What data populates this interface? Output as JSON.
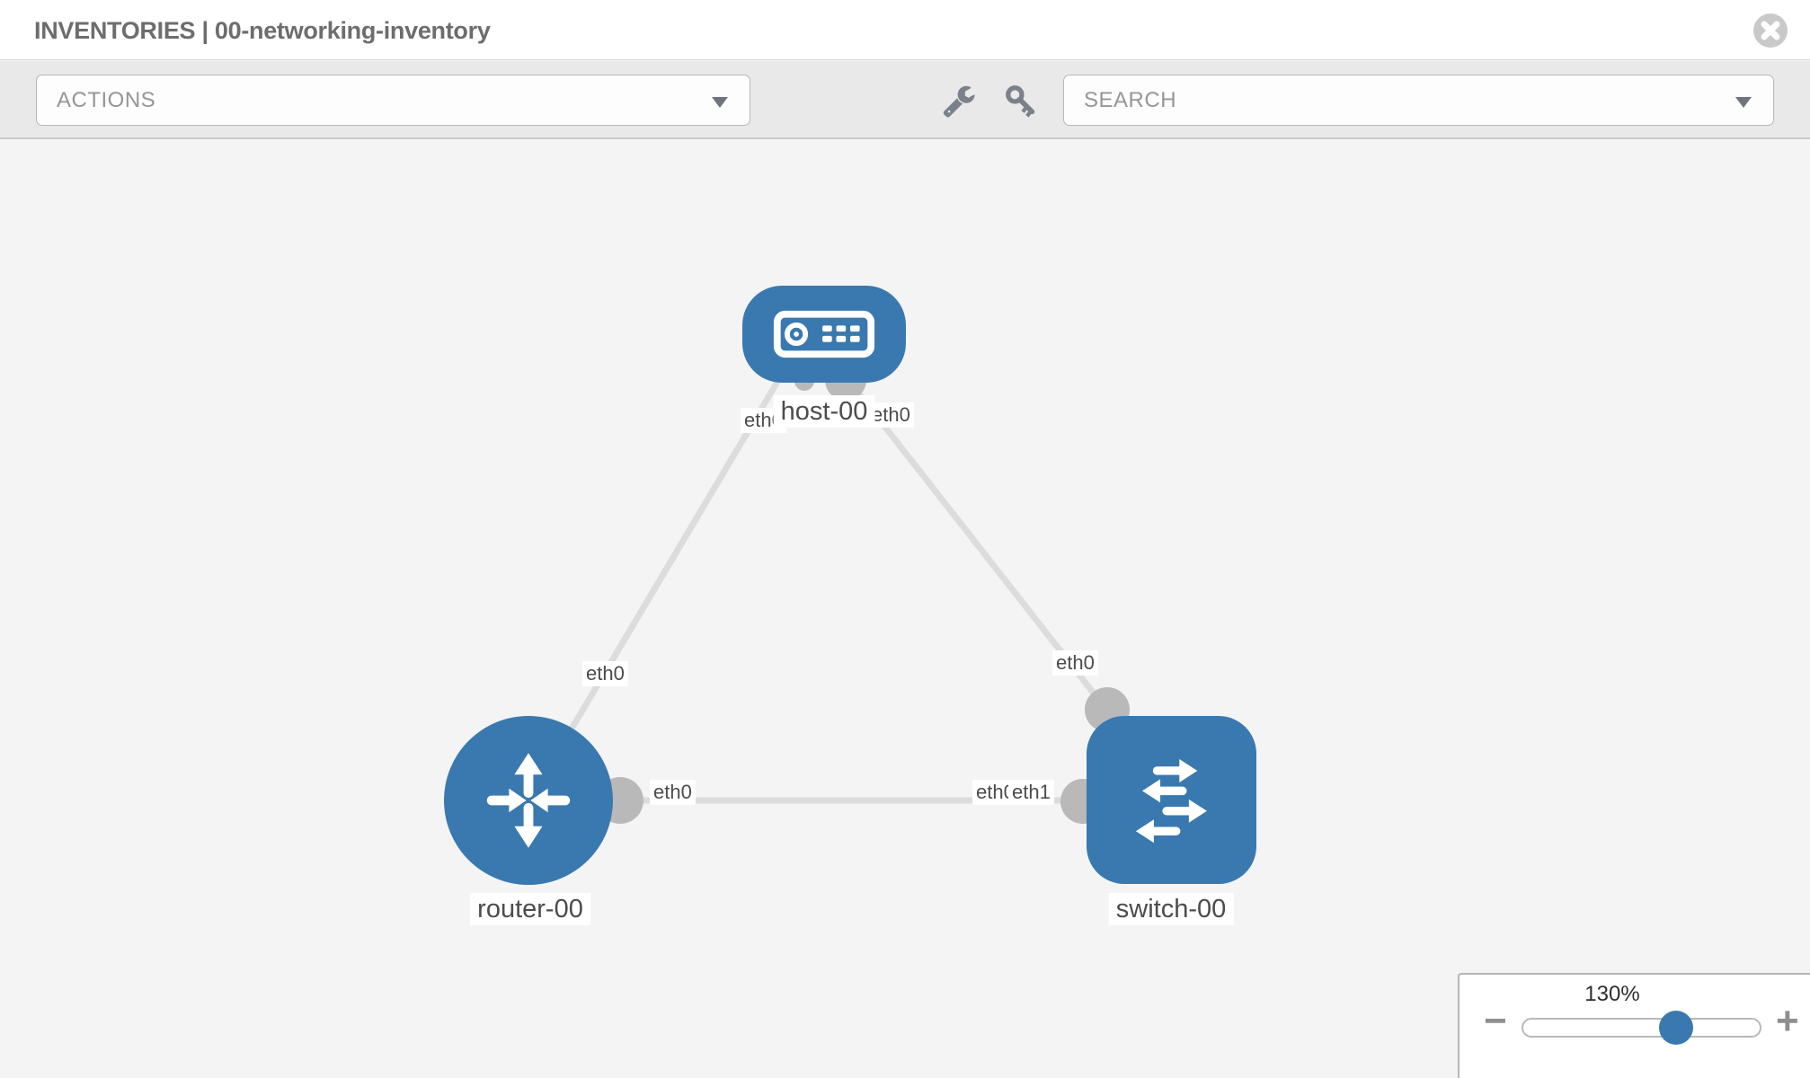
{
  "header": {
    "title": "INVENTORIES | 00-networking-inventory",
    "close_icon": "circle-x-icon"
  },
  "toolbar": {
    "actions_label": "ACTIONS",
    "search_label": "SEARCH",
    "icons": [
      "wrench-icon",
      "key-icon"
    ]
  },
  "topology": {
    "nodes": [
      {
        "id": "host-00",
        "label": "host-00",
        "type": "host"
      },
      {
        "id": "router-00",
        "label": "router-00",
        "type": "router"
      },
      {
        "id": "switch-00",
        "label": "switch-00",
        "type": "switch"
      }
    ],
    "interfaces": {
      "host_left": "eth0",
      "host_right": "eth0",
      "router_to_host": "eth0",
      "switch_to_host": "eth0",
      "router_to_switch": "eth0",
      "switch_to_router_back": "eth0",
      "switch_to_router_front": "eth1"
    },
    "links": [
      {
        "from": "host-00",
        "from_if": "eth0",
        "to": "router-00",
        "to_if": "eth0"
      },
      {
        "from": "host-00",
        "from_if": "eth0",
        "to": "switch-00",
        "to_if": "eth0"
      },
      {
        "from": "router-00",
        "from_if": "eth0",
        "to": "switch-00",
        "to_if": "eth1"
      }
    ]
  },
  "zoom_control": {
    "level": "130%",
    "minus_label": "−",
    "plus_label": "+"
  },
  "colors": {
    "node_blue": "#3a79af",
    "link_gray": "#dcdcdc",
    "connector_gray": "#b9b9b9",
    "toolbar_bg": "#e9e9e9",
    "canvas_bg": "#f4f4f4",
    "label_text": "#4c4c4c"
  }
}
